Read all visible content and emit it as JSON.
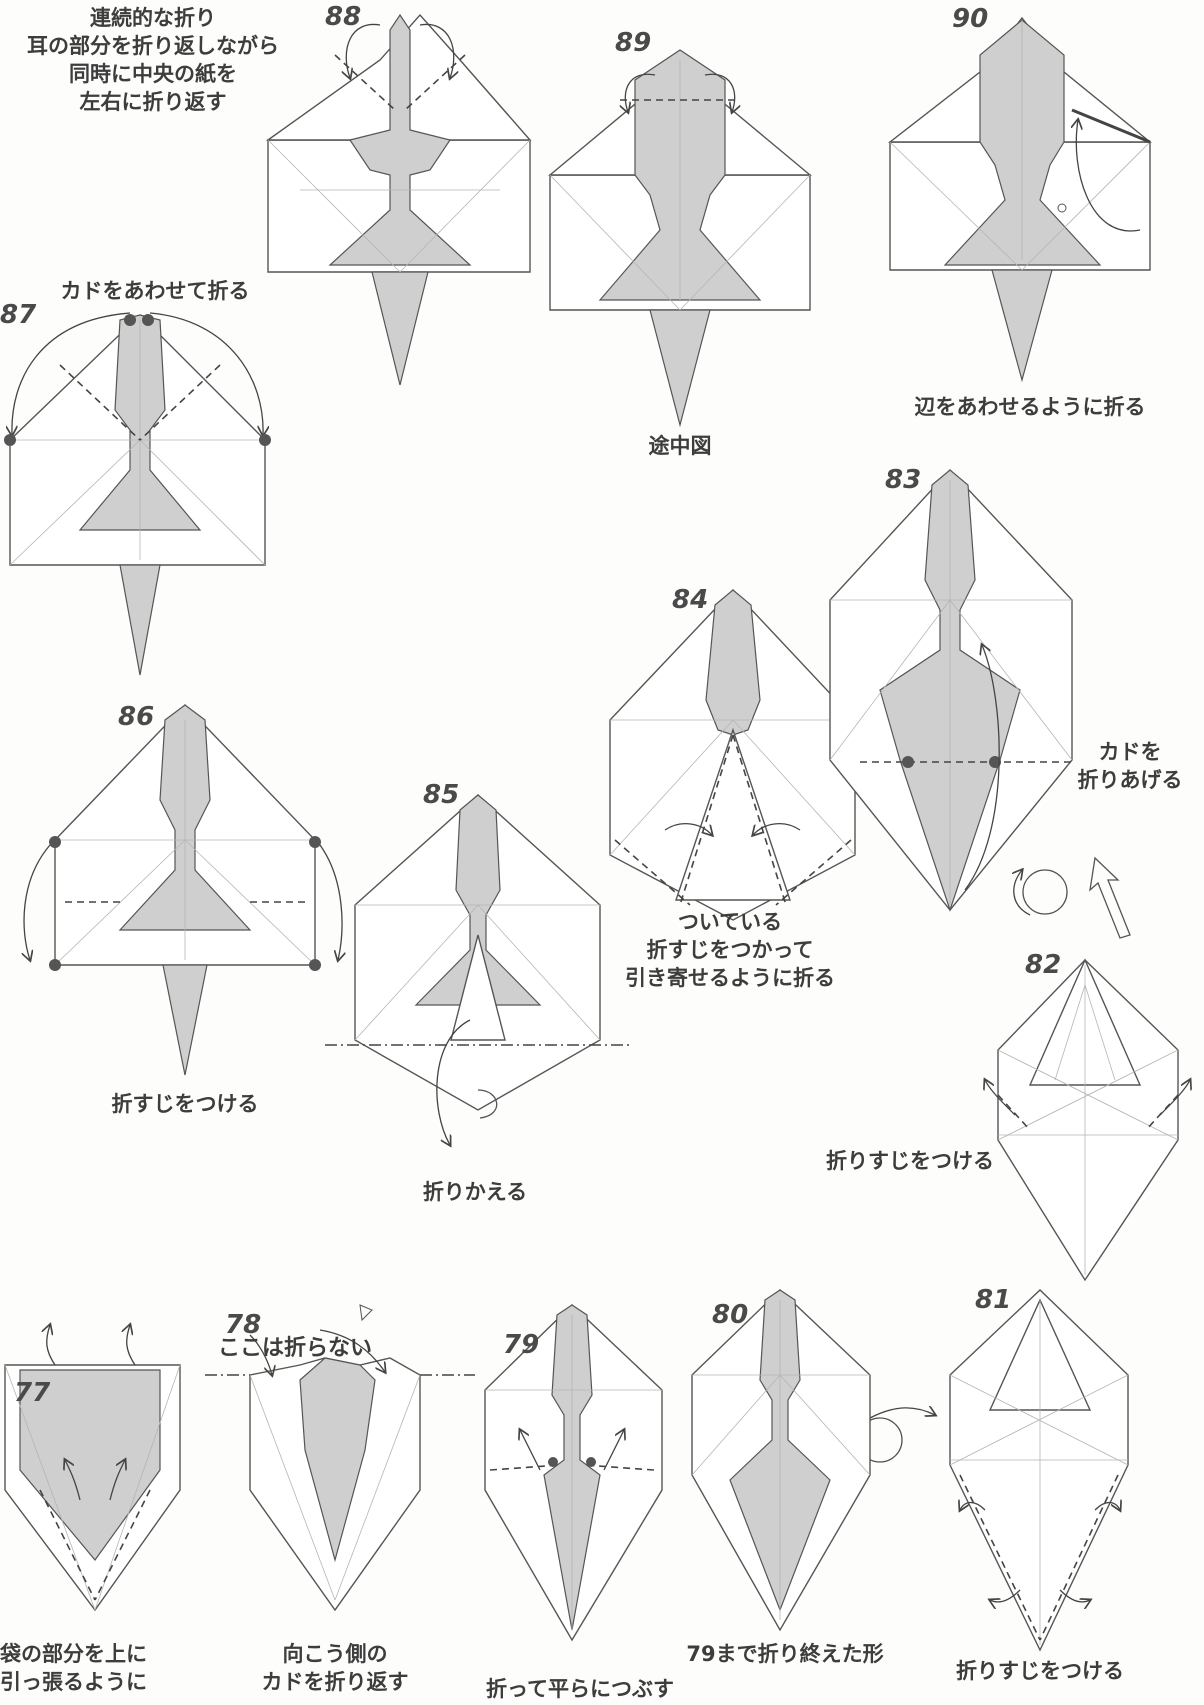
{
  "steps": {
    "s88": {
      "number": "88",
      "caption": [
        "連続的な折り",
        "耳の部分を折り返しながら",
        "同時に中央の紙を",
        "左右に折り返す"
      ]
    },
    "s89": {
      "number": "89",
      "caption": [
        "途中図"
      ]
    },
    "s90": {
      "number": "90",
      "caption": [
        "辺をあわせるように折る"
      ]
    },
    "s87": {
      "number": "87",
      "caption": [
        "カドをあわせて折る"
      ]
    },
    "s86": {
      "number": "86",
      "caption": [
        "折すじをつける"
      ]
    },
    "s85": {
      "number": "85",
      "caption": [
        "折りかえる"
      ]
    },
    "s84": {
      "number": "84",
      "caption": [
        "ついている",
        "折すじをつかって",
        "引き寄せるように折る"
      ]
    },
    "s83": {
      "number": "83",
      "caption": [
        "カドを",
        "折りあげる"
      ]
    },
    "s82": {
      "number": "82",
      "caption": [
        "折りすじをつける"
      ]
    },
    "s81": {
      "number": "81",
      "caption": [
        "折りすじをつける"
      ]
    },
    "s80": {
      "number": "80",
      "caption": [
        "79まで折り終えた形"
      ]
    },
    "s79": {
      "number": "79",
      "caption": [
        "折って平らにつぶす"
      ]
    },
    "s78": {
      "number": "78",
      "note": "ここは折らない",
      "caption": [
        "向こう側の",
        "カドを折り返す"
      ]
    },
    "s77": {
      "number": "77",
      "caption": [
        "袋の部分を上に",
        "引っ張るように"
      ]
    }
  },
  "icons": {
    "turnover": "turn-over-icon",
    "rotate": "rotate-icon",
    "pull": "pull-arrow-icon"
  },
  "colors": {
    "paper": "#ffffff",
    "colored_side": "#cfcfcf",
    "line": "#555555"
  }
}
